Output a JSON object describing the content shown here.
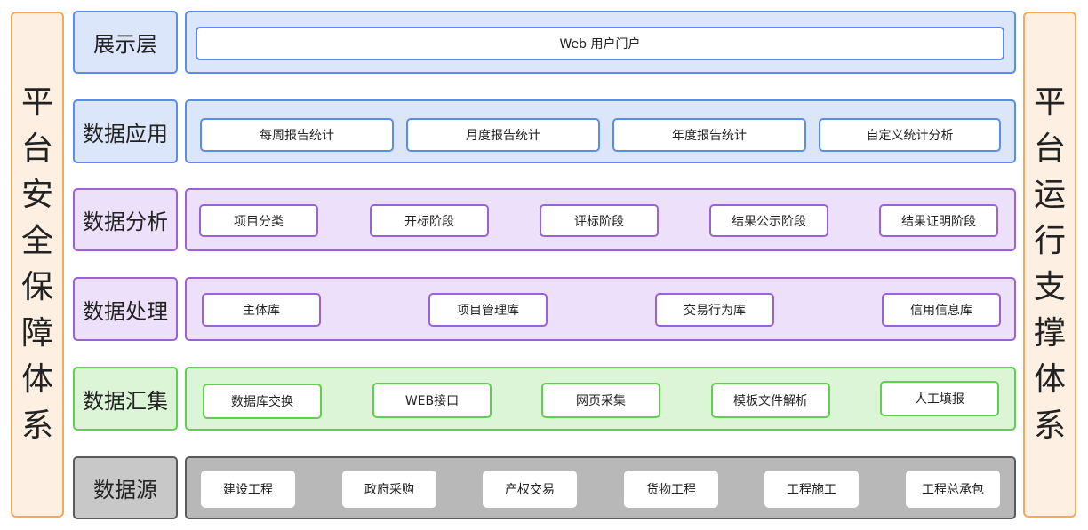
{
  "left_side": [
    "平",
    "台",
    "安",
    "全",
    "保",
    "障",
    "体",
    "系"
  ],
  "right_side": [
    "平",
    "台",
    "运",
    "行",
    "支",
    "撑",
    "体",
    "系"
  ],
  "layers": {
    "presentation": {
      "label": "展示层",
      "items": [
        "Web 用户门户"
      ]
    },
    "application": {
      "label": "数据应用",
      "items": [
        "每周报告统计",
        "月度报告统计",
        "年度报告统计",
        "自定义统计分析"
      ]
    },
    "analysis": {
      "label": "数据分析",
      "items": [
        "项目分类",
        "开标阶段",
        "评标阶段",
        "结果公示阶段",
        "结果证明阶段"
      ]
    },
    "processing": {
      "label": "数据处理",
      "items": [
        "主体库",
        "项目管理库",
        "交易行为库",
        "信用信息库"
      ]
    },
    "aggregation": {
      "label": "数据汇集",
      "items": [
        "数据库交换",
        "WEB接口",
        "网页采集",
        "模板文件解析",
        "人工填报"
      ]
    },
    "source": {
      "label": "数据源",
      "items": [
        "建设工程",
        "政府采购",
        "产权交易",
        "货物工程",
        "工程施工",
        "工程总承包"
      ]
    }
  },
  "colors": {
    "blue": "#5b8de8",
    "purple": "#9b62d8",
    "green": "#5fcf52",
    "gray": "#5a5a5a",
    "orange": "#f2aa5c"
  }
}
